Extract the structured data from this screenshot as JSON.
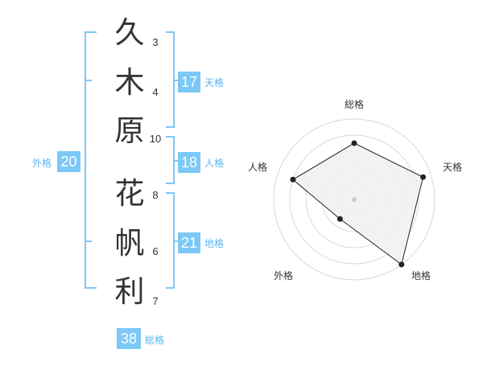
{
  "name": {
    "characters": [
      {
        "char": "久",
        "strokes": "3"
      },
      {
        "char": "木",
        "strokes": "4"
      },
      {
        "char": "原",
        "strokes": "10"
      },
      {
        "char": "花",
        "strokes": "8"
      },
      {
        "char": "帆",
        "strokes": "6"
      },
      {
        "char": "利",
        "strokes": "7"
      }
    ]
  },
  "kaku": {
    "gaikaku": {
      "label": "外格",
      "value": "20"
    },
    "tenkaku": {
      "label": "天格",
      "value": "17"
    },
    "jinkaku": {
      "label": "人格",
      "value": "18"
    },
    "chikaku": {
      "label": "地格",
      "value": "21"
    },
    "soukaku": {
      "label": "総格",
      "value": "38"
    }
  },
  "radar": {
    "labels": {
      "top": "総格",
      "right": "天格",
      "bottom_right": "地格",
      "bottom_left": "外格",
      "left": "人格"
    },
    "levels": 5,
    "values": {
      "soukaku": 3.5,
      "tenkaku": 4.5,
      "chikaku": 5,
      "gaikaku": 1.5,
      "jinkaku": 4
    },
    "colors": {
      "fill": "#f0f0f0",
      "stroke": "#222222",
      "grid": "#d9d9d9",
      "accent": "#7cc8f6"
    }
  }
}
